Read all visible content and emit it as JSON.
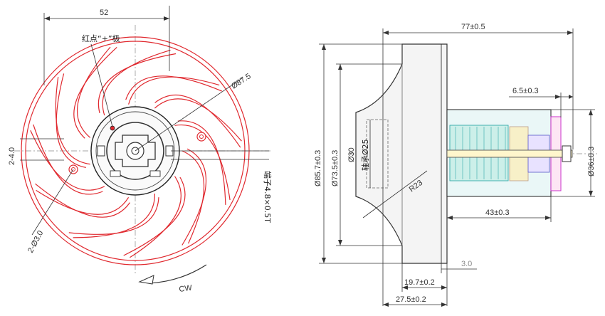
{
  "front_view": {
    "width_dim": "52",
    "red_dot_label": "红点“+”极",
    "outer_diameter": "Ø87.5",
    "slot_width": "2-4.0",
    "hole_label": "2-Ø3.0",
    "terminal_label": "端子4.8×0.5T",
    "rotation_label": "CW"
  },
  "side_view": {
    "overall_length": "77±0.5",
    "shaft_length": "6.5±0.3",
    "outer_height": "Ø85.7±0.3",
    "inner_height": "Ø73.5±0.3",
    "hub_diameter": "Ø30",
    "bearing_seat": "轴承Ø25",
    "fillet_radius": "R23",
    "housing_diameter": "Ø36±0.3",
    "motor_length": "43±0.3",
    "flange_thickness": "3.0",
    "impeller_depth": "19.7±0.2",
    "fan_depth": "27.5±0.2"
  },
  "colors": {
    "impeller": "#e0282e",
    "lines": "#333333"
  }
}
